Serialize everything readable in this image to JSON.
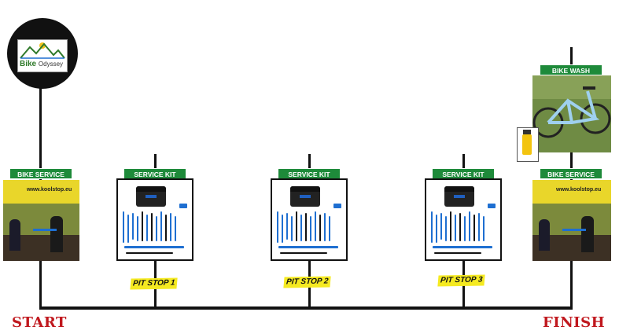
{
  "logo": {
    "name": "Bike",
    "suffix": "Odyssey",
    "tagline": ""
  },
  "stations": [
    {
      "id": "bike-service-start",
      "label": "BIKE SERVICE",
      "banner": "www.koolstop.eu"
    },
    {
      "id": "service-kit-1",
      "label": "SERVICE KIT",
      "pit": "PIT STOP 1"
    },
    {
      "id": "service-kit-2",
      "label": "SERVICE KIT",
      "pit": "PIT STOP 2"
    },
    {
      "id": "service-kit-3",
      "label": "SERVICE KIT",
      "pit": "PIT STOP 3"
    },
    {
      "id": "bike-service-finish",
      "label": "BIKE SERVICE",
      "banner": "www.koolstop.eu"
    }
  ],
  "bike_wash": {
    "label": "BIKE WASH"
  },
  "ends": {
    "start": "START",
    "finish": "FINISH"
  },
  "colors": {
    "label_bg": "#1e8a3a",
    "pit_bg": "#f5ea21",
    "end_text": "#c0181e",
    "line": "#111111"
  }
}
